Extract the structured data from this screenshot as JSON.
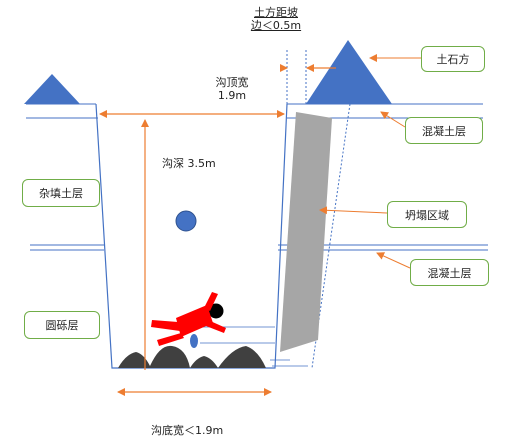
{
  "labels": {
    "earth_clearance_line1": "土方距坡",
    "earth_clearance_line2": "边＜0.5m",
    "trench_top_width_line1": "沟顶宽",
    "trench_top_width_line2": "1.9m",
    "trench_depth": "沟深 3.5m",
    "trench_bottom_width": "沟底宽＜1.9m"
  },
  "callouts": {
    "earth_pile": "土石方",
    "concrete_layer_top": "混凝土层",
    "collapse_zone": "坍塌区域",
    "concrete_layer_mid": "混凝土层",
    "fill_soil_layer": "杂填土层",
    "gravel_layer": "圆砾层"
  },
  "colors": {
    "earth_pile": "#4472c4",
    "collapse_zone": "#a6a6a6",
    "dimension_arrow": "#ed7d31",
    "callout_border": "#70ad47",
    "victim": "#ff0000",
    "rubble": "#404040",
    "trench_wall": "#4472c4"
  },
  "icons": {
    "victim": "fallen-person-icon",
    "ball": "ball-icon"
  }
}
